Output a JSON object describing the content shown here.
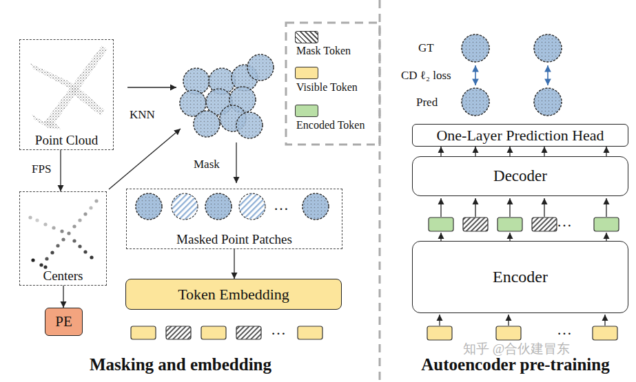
{
  "diagram": {
    "nodes": [
      {
        "text": [
          "Point Cloud"
        ]
      },
      {
        "text": [
          "Centers"
        ]
      },
      {
        "text": [
          "PE"
        ]
      },
      {
        "text": [
          "Masked Point Patches"
        ]
      },
      {
        "text": [
          "Token Embedding"
        ]
      },
      {
        "text": [
          "One-Layer Prediction Head"
        ]
      },
      {
        "text": [
          "Decoder"
        ]
      },
      {
        "text": [
          "Encoder"
        ]
      }
    ],
    "edges": [
      {
        "from": 0,
        "to": 1,
        "arrow": "to",
        "label": "FPS"
      },
      {
        "from": 1,
        "to": 2,
        "arrow": "to"
      },
      {
        "from": 3,
        "to": 4,
        "arrow": "to"
      },
      {
        "from": 6,
        "to": 5,
        "arrow": "to"
      },
      {
        "from": 6,
        "to": 5,
        "arrow": "to"
      },
      {
        "from": 6,
        "to": 5,
        "arrow": "to"
      },
      {
        "from": 6,
        "to": 5,
        "arrow": "to"
      },
      {
        "from": 6,
        "to": 5,
        "arrow": "to"
      }
    ],
    "labels": [
      "KNN",
      "Mask",
      "…",
      "…",
      "Masking and embedding",
      "GT",
      "CD ℓ₂ loss",
      "Pred",
      "…",
      "…",
      "Autoencoder pre-training",
      "知乎 @合伙建冒东"
    ],
    "legend": [
      {
        "text": "Mask Token"
      },
      {
        "text": "Visible Token",
        "color": "#fce59b"
      },
      {
        "text": "Encoded Token",
        "color": "#b9dfa6"
      }
    ]
  }
}
